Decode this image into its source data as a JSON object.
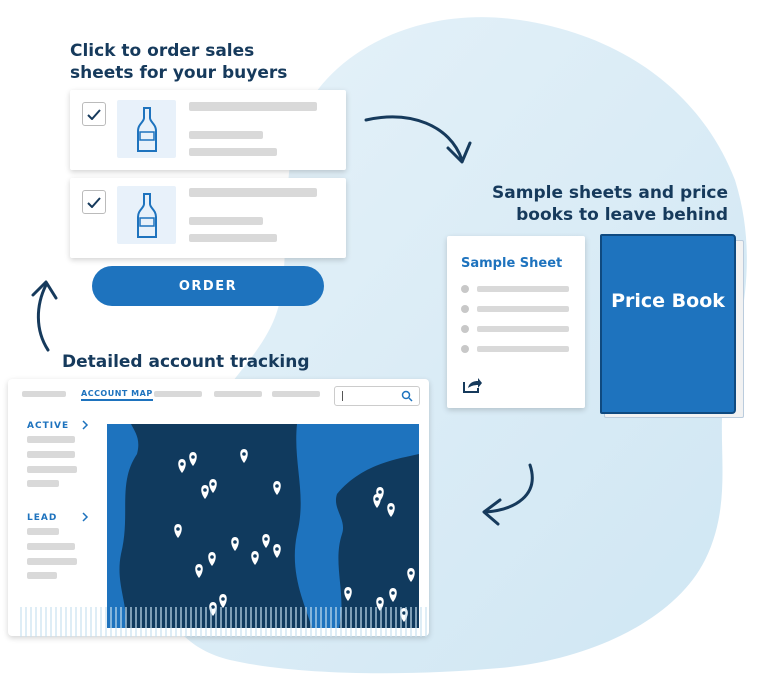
{
  "headings": {
    "order": "Click to order sales sheets for your buyers",
    "leave_behind": "Sample sheets and price books to leave behind",
    "tracking": "Detailed account tracking"
  },
  "order_panel": {
    "button_label": "ORDER",
    "items": [
      {
        "checked": true,
        "icon": "wine-bottle-icon"
      },
      {
        "checked": true,
        "icon": "wine-bottle-icon"
      }
    ]
  },
  "sample_sheet": {
    "title": "Sample Sheet",
    "icon": "share-icon"
  },
  "price_book": {
    "title": "Price Book"
  },
  "account_map": {
    "active_tab": "ACCOUNT MAP",
    "search_placeholder": "",
    "sidebar": {
      "active_label": "ACTIVE",
      "lead_label": "LEAD"
    }
  },
  "colors": {
    "brand_blue": "#1e73be",
    "navy": "#163a5c",
    "map_dark": "#103a5e",
    "blob": "#dcedf7"
  }
}
